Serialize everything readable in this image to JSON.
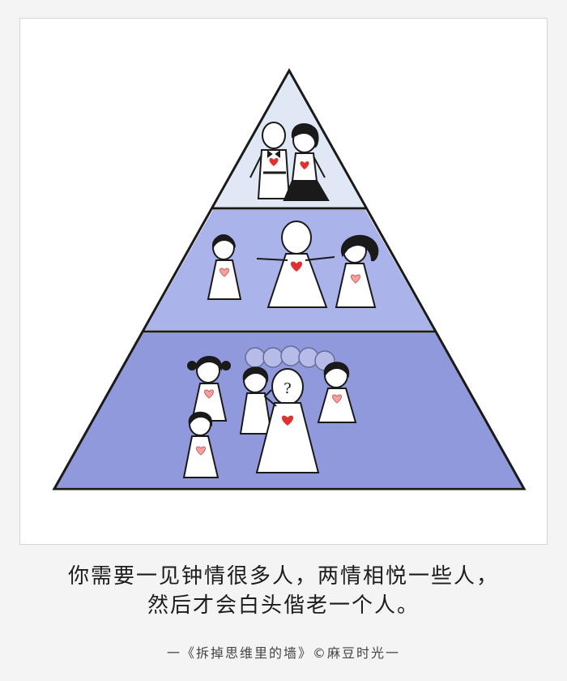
{
  "caption": {
    "line1": "你需要一见钟情很多人，两情相悦一些人，",
    "line2": "然后才会白头偕老一个人。"
  },
  "credit": "一《拆掉思维里的墙》©麻豆时光一",
  "figure_labels": {
    "question_mark": "?"
  },
  "colors": {
    "tier_top": "#dfe8f4",
    "tier_mid": "#aab4ea",
    "tier_bottom": "#8f99db",
    "outline": "#1a1a1a",
    "heart_red": "#e03030",
    "heart_pink": "#f2a0a0"
  }
}
